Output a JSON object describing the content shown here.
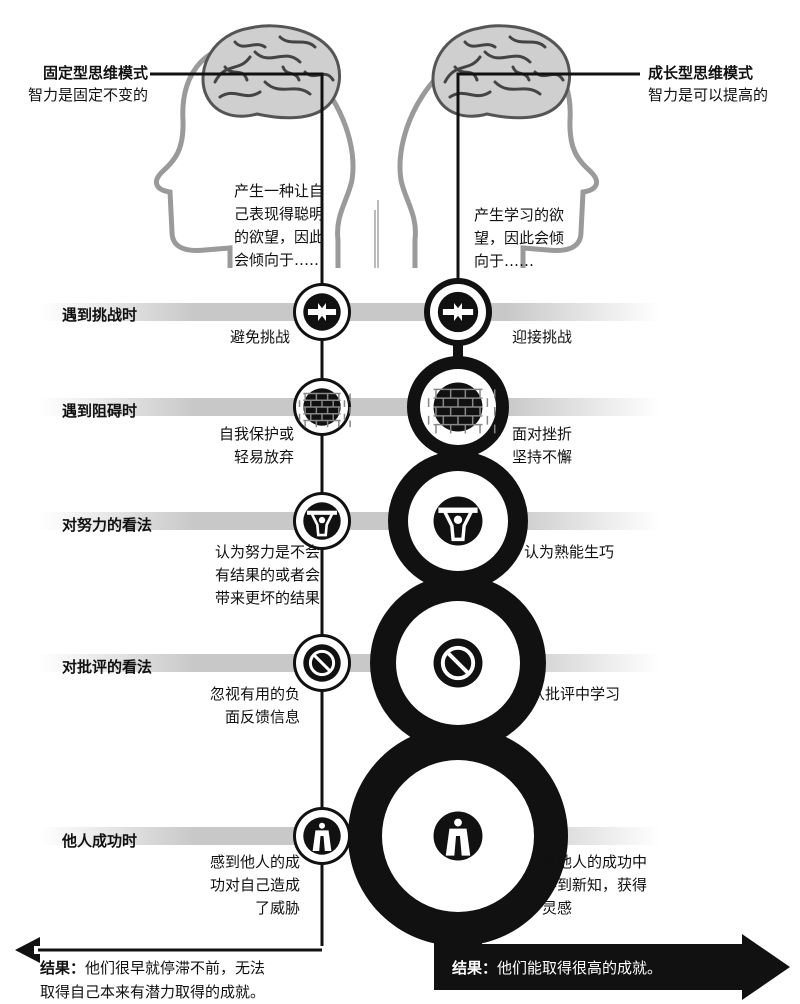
{
  "fixed": {
    "title": "固定型思维模式",
    "subtitle": "智力是固定不变的",
    "desire": "产生一种让自\n己表现得聪明\n的欲望，因此\n会倾向于……",
    "outcome_label": "结果：",
    "outcome_text": "他们很早就停滞不前，无法\n取得自己本来有潜力取得的成就。"
  },
  "growth": {
    "title": "成长型思维模式",
    "subtitle": "智力是可以提高的",
    "desire": "产生学习的欲\n望，因此会倾\n向于……",
    "outcome_label": "结果：",
    "outcome_text": "他们能取得很高的成就。"
  },
  "stages": [
    {
      "label": "遇到挑战时",
      "icon": "arrows-icon",
      "fixed": "避免挑战",
      "growth": "迎接挑战"
    },
    {
      "label": "遇到阻碍时",
      "icon": "brick-wall-icon",
      "fixed": "自我保护或\n轻易放弃",
      "growth": "面对挫折\n坚持不懈"
    },
    {
      "label": "对努力的看法",
      "icon": "weightlifter-icon",
      "fixed": "认为努力是不会\n有结果的或者会\n带来更坏的结果",
      "growth": "认为熟能生巧"
    },
    {
      "label": "对批评的看法",
      "icon": "prohibition-icon",
      "fixed": "忽视有用的负\n面反馈信息",
      "growth": "从批评中学习"
    },
    {
      "label": "他人成功时",
      "icon": "person-icon",
      "fixed": "感到他人的成\n功对自己造成\n了威胁",
      "growth": "从他人的成功中\n学到新知，获得\n灵感"
    }
  ],
  "colors": {
    "ink": "#111111",
    "band": "#c8c8c8",
    "head": "#9a9a9a",
    "paper": "#ffffff"
  }
}
